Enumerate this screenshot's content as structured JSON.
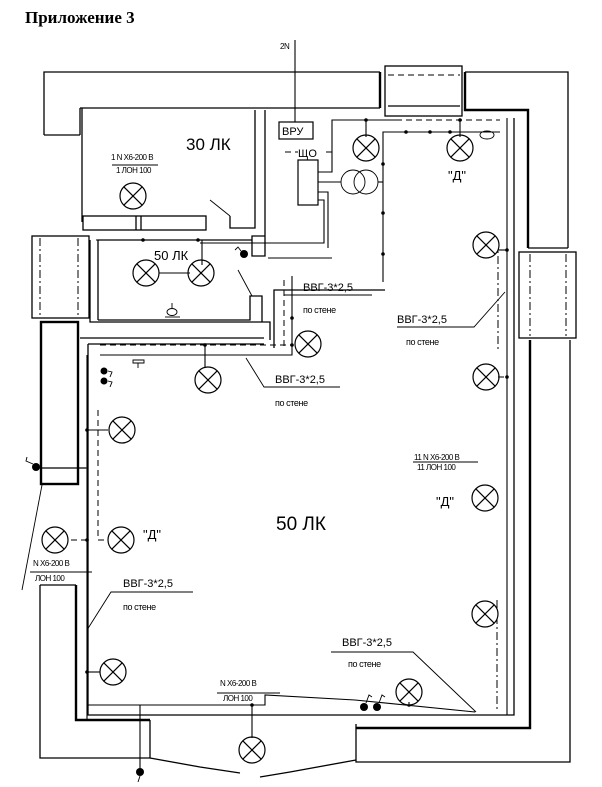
{
  "document": {
    "title": "Приложение 3",
    "feed_label": "2N"
  },
  "equipment": {
    "main_panel": "ВРУ",
    "lighting_panel": "ЩО"
  },
  "rooms": [
    {
      "name": "small-room",
      "illuminance": "30 ЛК",
      "lamp_spec": {
        "top": "1 N X6-200 В",
        "bottom": "1 ЛОН 100"
      }
    },
    {
      "name": "middle-room",
      "illuminance": "50 ЛК"
    },
    {
      "name": "main-hall",
      "illuminance": "50 ЛК"
    }
  ],
  "lamp_specs": {
    "main_hall": {
      "top": "11 N X6-200 В",
      "bottom": "11 ЛОН 100"
    },
    "left_exterior": {
      "top": "N X6-200 В",
      "bottom": "ЛОН 100"
    },
    "bottom_exterior": {
      "top": "N X6-200 В",
      "bottom": "ЛОН 100"
    }
  },
  "emergency_marks": [
    "\"Д\"",
    "\"Д\"",
    "\"Д\""
  ],
  "cables": [
    {
      "type": "ВВГ-3*2,5",
      "method": "по стене"
    },
    {
      "type": "ВВГ-3*2,5",
      "method": "по стене"
    },
    {
      "type": "ВВГ-3*2,5",
      "method": "по стене"
    },
    {
      "type": "ВВГ-3*2,5",
      "method": "по стене"
    },
    {
      "type": "ВВГ-3*2,5",
      "method": "по стене"
    }
  ]
}
